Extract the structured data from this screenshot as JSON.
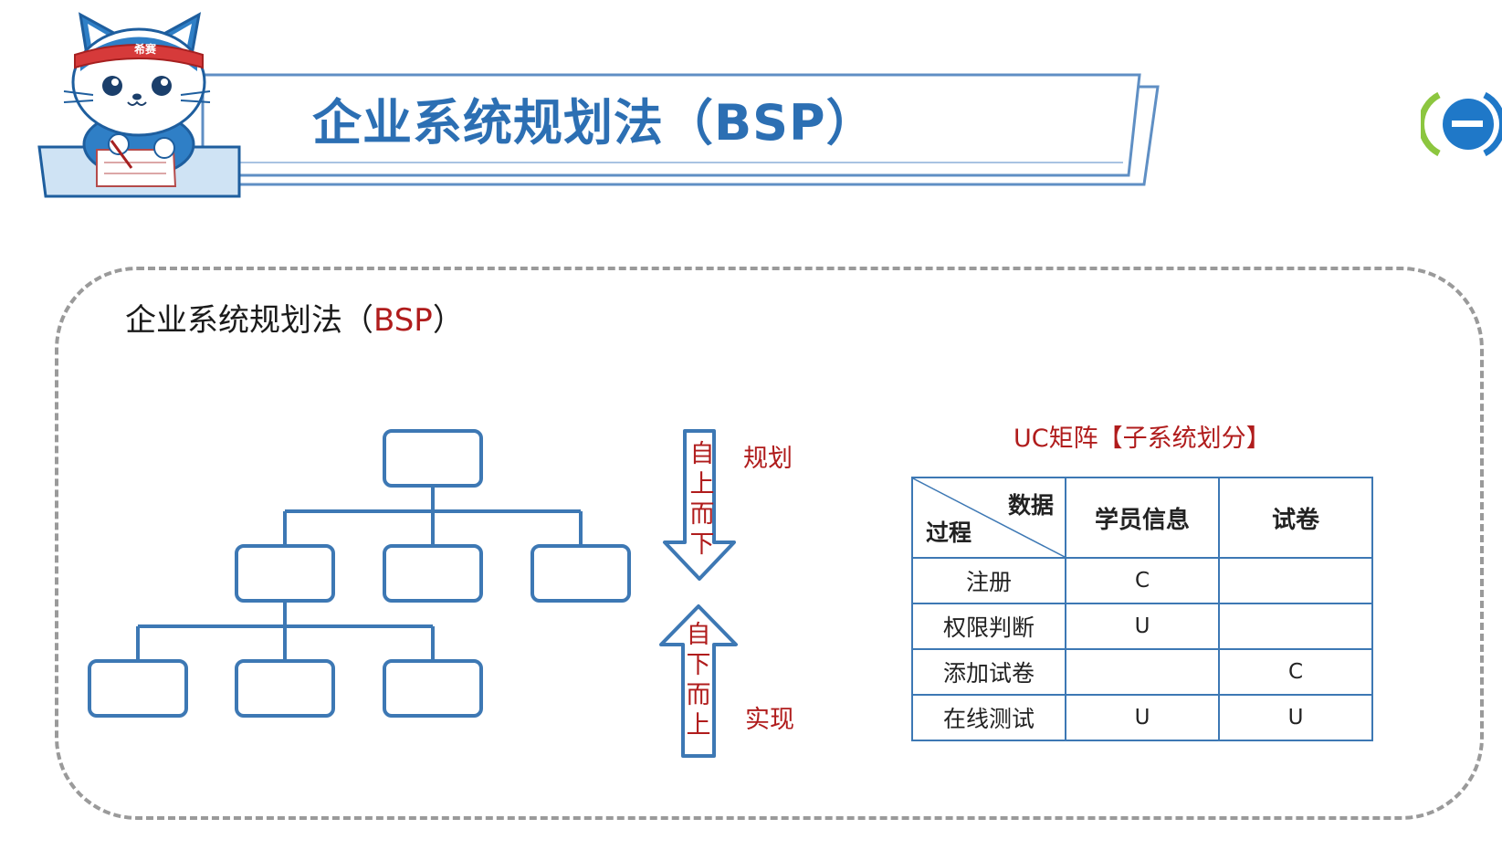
{
  "header": {
    "title": "企业系统规划法（BSP）"
  },
  "mascot": {
    "headband_text": "希赛"
  },
  "section": {
    "title_prefix": "企业系统规划法（",
    "title_highlight": "BSP",
    "title_suffix": "）"
  },
  "arrows": {
    "down": {
      "chars": [
        "自",
        "上",
        "而",
        "下"
      ],
      "label": "规划"
    },
    "up": {
      "chars": [
        "自",
        "下",
        "而",
        "上"
      ],
      "label": "实现"
    }
  },
  "matrix": {
    "title": "UC矩阵【子系统划分】",
    "corner_top": "数据",
    "corner_bottom": "过程",
    "columns": [
      "学员信息",
      "试卷"
    ],
    "rows": [
      {
        "process": "注册",
        "cells": [
          "C",
          ""
        ]
      },
      {
        "process": "权限判断",
        "cells": [
          "U",
          ""
        ]
      },
      {
        "process": "添加试卷",
        "cells": [
          "",
          "C"
        ]
      },
      {
        "process": "在线测试",
        "cells": [
          "U",
          "U"
        ]
      }
    ]
  },
  "colors": {
    "accent_blue": "#3d78b4",
    "title_blue": "#2c6fb3",
    "highlight_red": "#b01c1c",
    "logo_green": "#8cc63f"
  }
}
